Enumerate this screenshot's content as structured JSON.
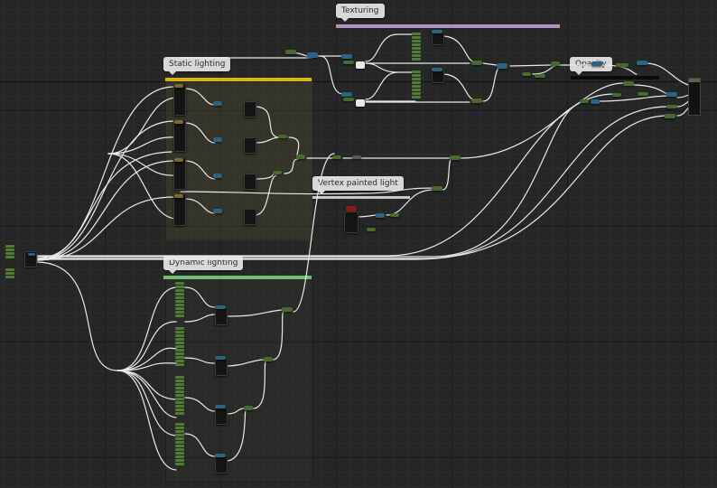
{
  "editor": {
    "type": "material node graph"
  },
  "comments": {
    "texturing": "Texturing",
    "static_lighting": "Static lighting",
    "vertex_painted_light": "Vertex painted light",
    "dynamic_lighting": "Dynamic lighting",
    "opacity": "Opacity"
  },
  "colors": {
    "texturing": "#b48fc4",
    "static_lighting": "#d3b315",
    "vertex_painted_light": "#c9c9c9",
    "dynamic_lighting": "#6fbf72",
    "wire": "#e9e9e9",
    "grid_background": "#262626"
  }
}
